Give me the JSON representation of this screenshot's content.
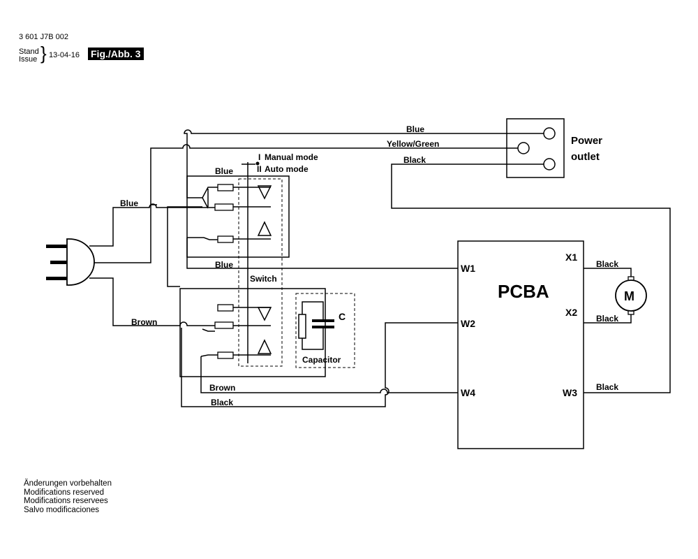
{
  "header": {
    "doc_number": "3 601 J7B 002",
    "stand": "Stand",
    "issue": "Issue",
    "date": "13-04-16",
    "figure": "Fig./Abb. 3"
  },
  "diagram": {
    "power_outlet": [
      "Power",
      "outlet"
    ],
    "switch": "Switch",
    "capacitor": "Capacitor",
    "capacitor_symbol": "C",
    "pcba": "PCBA",
    "motor": "M",
    "modes": {
      "manual_num": "I",
      "manual": "Manual mode",
      "auto_num": "II",
      "auto": "Auto mode"
    },
    "terminals": {
      "w1": "W1",
      "w2": "W2",
      "w3": "W3",
      "w4": "W4",
      "x1": "X1",
      "x2": "X2"
    },
    "wire_labels": {
      "outlet_blue": "Blue",
      "outlet_yellow_green": "Yellow/Green",
      "outlet_black": "Black",
      "switch_blue": "Blue",
      "plug_blue": "Blue",
      "w1_blue": "Blue",
      "plug_brown": "Brown",
      "w4_brown": "Brown",
      "w4_black": "Black",
      "x1_black": "Black",
      "x2_black": "Black",
      "w3_black": "Black"
    }
  },
  "footer": [
    "Änderungen vorbehalten",
    "Modifications reserved",
    "Modifications reservees",
    "Salvo modificaciones"
  ]
}
